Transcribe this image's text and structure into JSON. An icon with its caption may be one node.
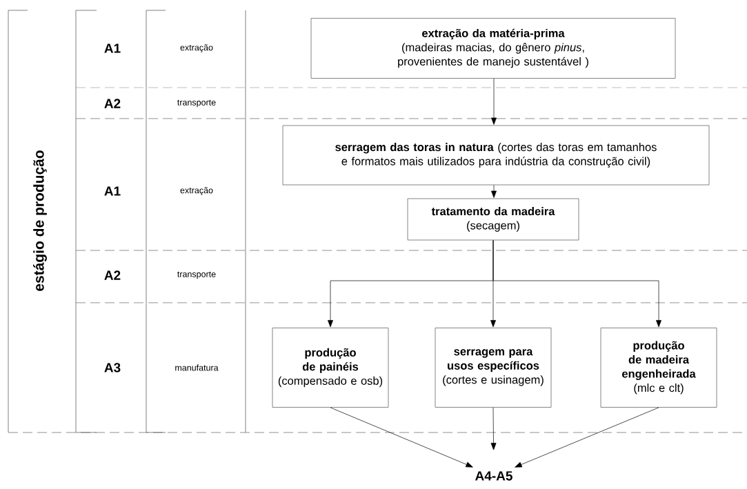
{
  "diagram": {
    "nodes": [
      {
        "text": [
          "extração da matéria-prima",
          "(madeiras macias, do gênero *pinus*, provenientes de manejo sustentável )"
        ]
      },
      {
        "text": [
          "**serragem das toras in natura** (cortes das toras em tamanhos e formatos mais utilizados para indústria da construção civil)"
        ]
      },
      {
        "text": [
          "tratamento da madeira",
          "(secagem)"
        ]
      },
      {
        "text": [
          "produção de painéis",
          "(compensado e osb)"
        ]
      },
      {
        "text": [
          "serragem para usos específicos",
          "(cortes e usinagem)"
        ]
      },
      {
        "text": [
          "produção de madeira engenheirada",
          "(mlc e clt)"
        ]
      },
      {
        "text": [
          "A4-A5"
        ]
      }
    ],
    "edges": [
      {
        "from": 0,
        "to": 1,
        "arrow": "to"
      },
      {
        "from": 1,
        "to": 2,
        "arrow": "to"
      },
      {
        "from": 2,
        "to": 3,
        "arrow": "to"
      },
      {
        "from": 2,
        "to": 4,
        "arrow": "to"
      },
      {
        "from": 2,
        "to": 5,
        "arrow": "to"
      },
      {
        "from": 3,
        "to": 6,
        "arrow": "to"
      },
      {
        "from": 4,
        "to": 6,
        "arrow": "to"
      },
      {
        "from": 5,
        "to": 6,
        "arrow": "to"
      }
    ],
    "labels": [
      "estágio de produção",
      "A1",
      "extração",
      "A2",
      "transporte",
      "A1",
      "extração",
      "A2",
      "transporte",
      "A3",
      "manufatura"
    ]
  }
}
